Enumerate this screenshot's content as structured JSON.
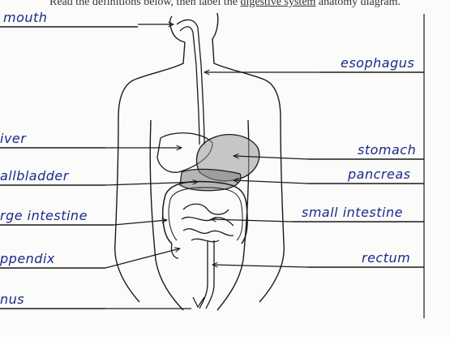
{
  "instruction": {
    "text_before": "Read the definitions below, then label the",
    "underlined": "digestive system",
    "text_after": "anatomy diagram."
  },
  "labels": {
    "mouth": "mouth",
    "esophagus": "esophagus",
    "liver": "iver",
    "stomach": "stomach",
    "gallbladder": "allbladder",
    "pancreas": "pancreas",
    "large_intestine": "rge intestine",
    "small_intestine": "small intestine",
    "appendix": "ppendix",
    "rectum": "rectum",
    "anus": "nus"
  },
  "colors": {
    "label_ink": "#1b2a8a",
    "line_ink": "#1a1a1a"
  }
}
